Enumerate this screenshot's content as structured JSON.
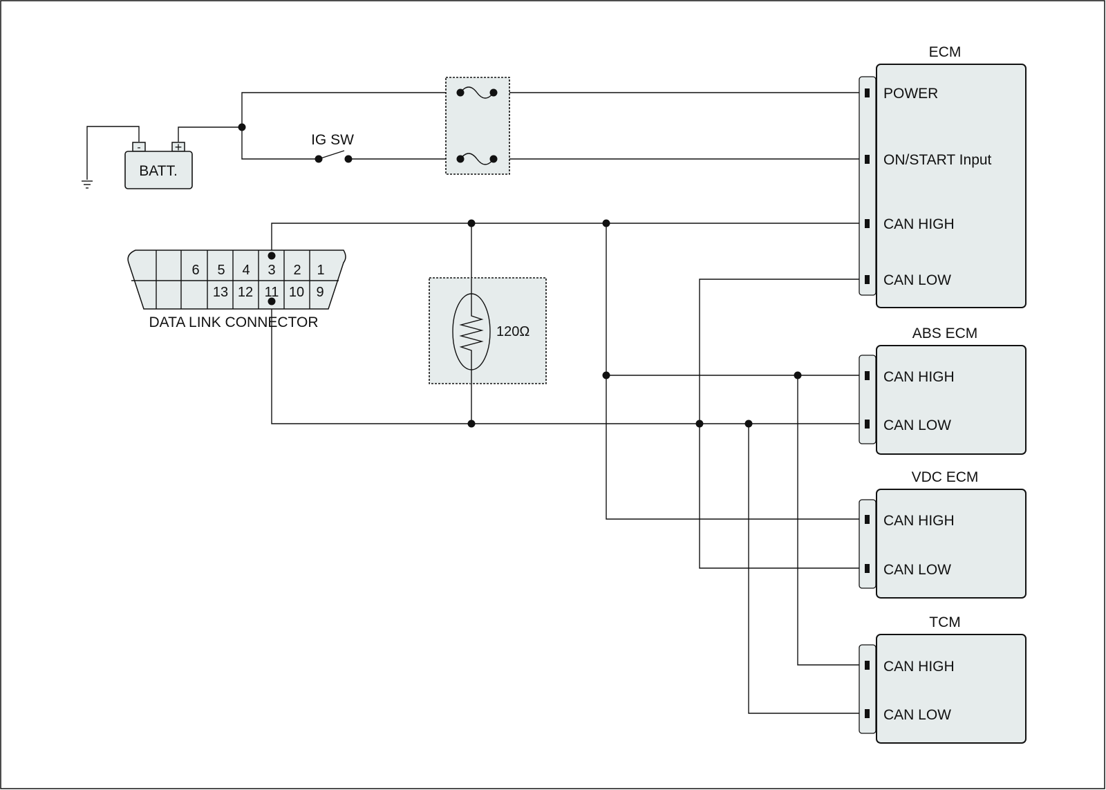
{
  "battery": {
    "label": "BATT.",
    "neg": "-",
    "pos": "+"
  },
  "ignition_switch": {
    "label": "IG SW"
  },
  "resistor": {
    "label": "120Ω"
  },
  "dlc": {
    "label": "DATA LINK CONNECTOR",
    "top_pins": [
      "6",
      "5",
      "4",
      "3",
      "2",
      "1"
    ],
    "bottom_pins": [
      "13",
      "12",
      "11",
      "10",
      "9"
    ]
  },
  "modules": [
    {
      "name": "ECM",
      "pins": [
        "POWER",
        "ON/START Input",
        "CAN HIGH",
        "CAN LOW"
      ]
    },
    {
      "name": "ABS ECM",
      "pins": [
        "CAN HIGH",
        "CAN LOW"
      ]
    },
    {
      "name": "VDC ECM",
      "pins": [
        "CAN HIGH",
        "CAN LOW"
      ]
    },
    {
      "name": "TCM",
      "pins": [
        "CAN HIGH",
        "CAN LOW"
      ]
    }
  ]
}
